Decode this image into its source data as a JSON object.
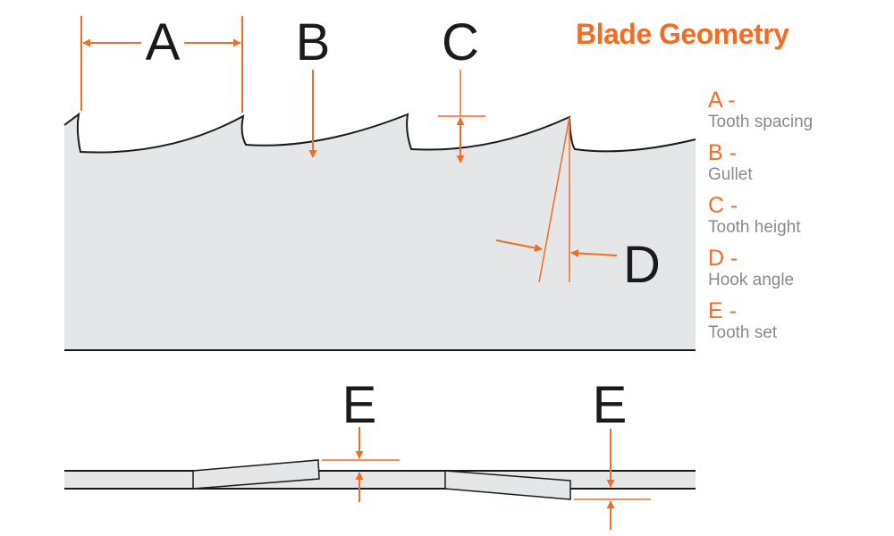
{
  "title": "Blade Geometry",
  "labels": {
    "a": "A",
    "b": "B",
    "c": "C",
    "d": "D",
    "e1": "E",
    "e2": "E"
  },
  "legend": [
    {
      "letter": "A -",
      "desc": "Tooth spacing"
    },
    {
      "letter": "B -",
      "desc": "Gullet"
    },
    {
      "letter": "C -",
      "desc": "Tooth height"
    },
    {
      "letter": "D -",
      "desc": "Hook angle"
    },
    {
      "letter": "E -",
      "desc": "Tooth set"
    }
  ],
  "colors": {
    "accent": "#f26c22",
    "blade_fill": "#e5e6e8",
    "outline": "#1a1a1a",
    "legend_text": "#8a8a8a"
  }
}
